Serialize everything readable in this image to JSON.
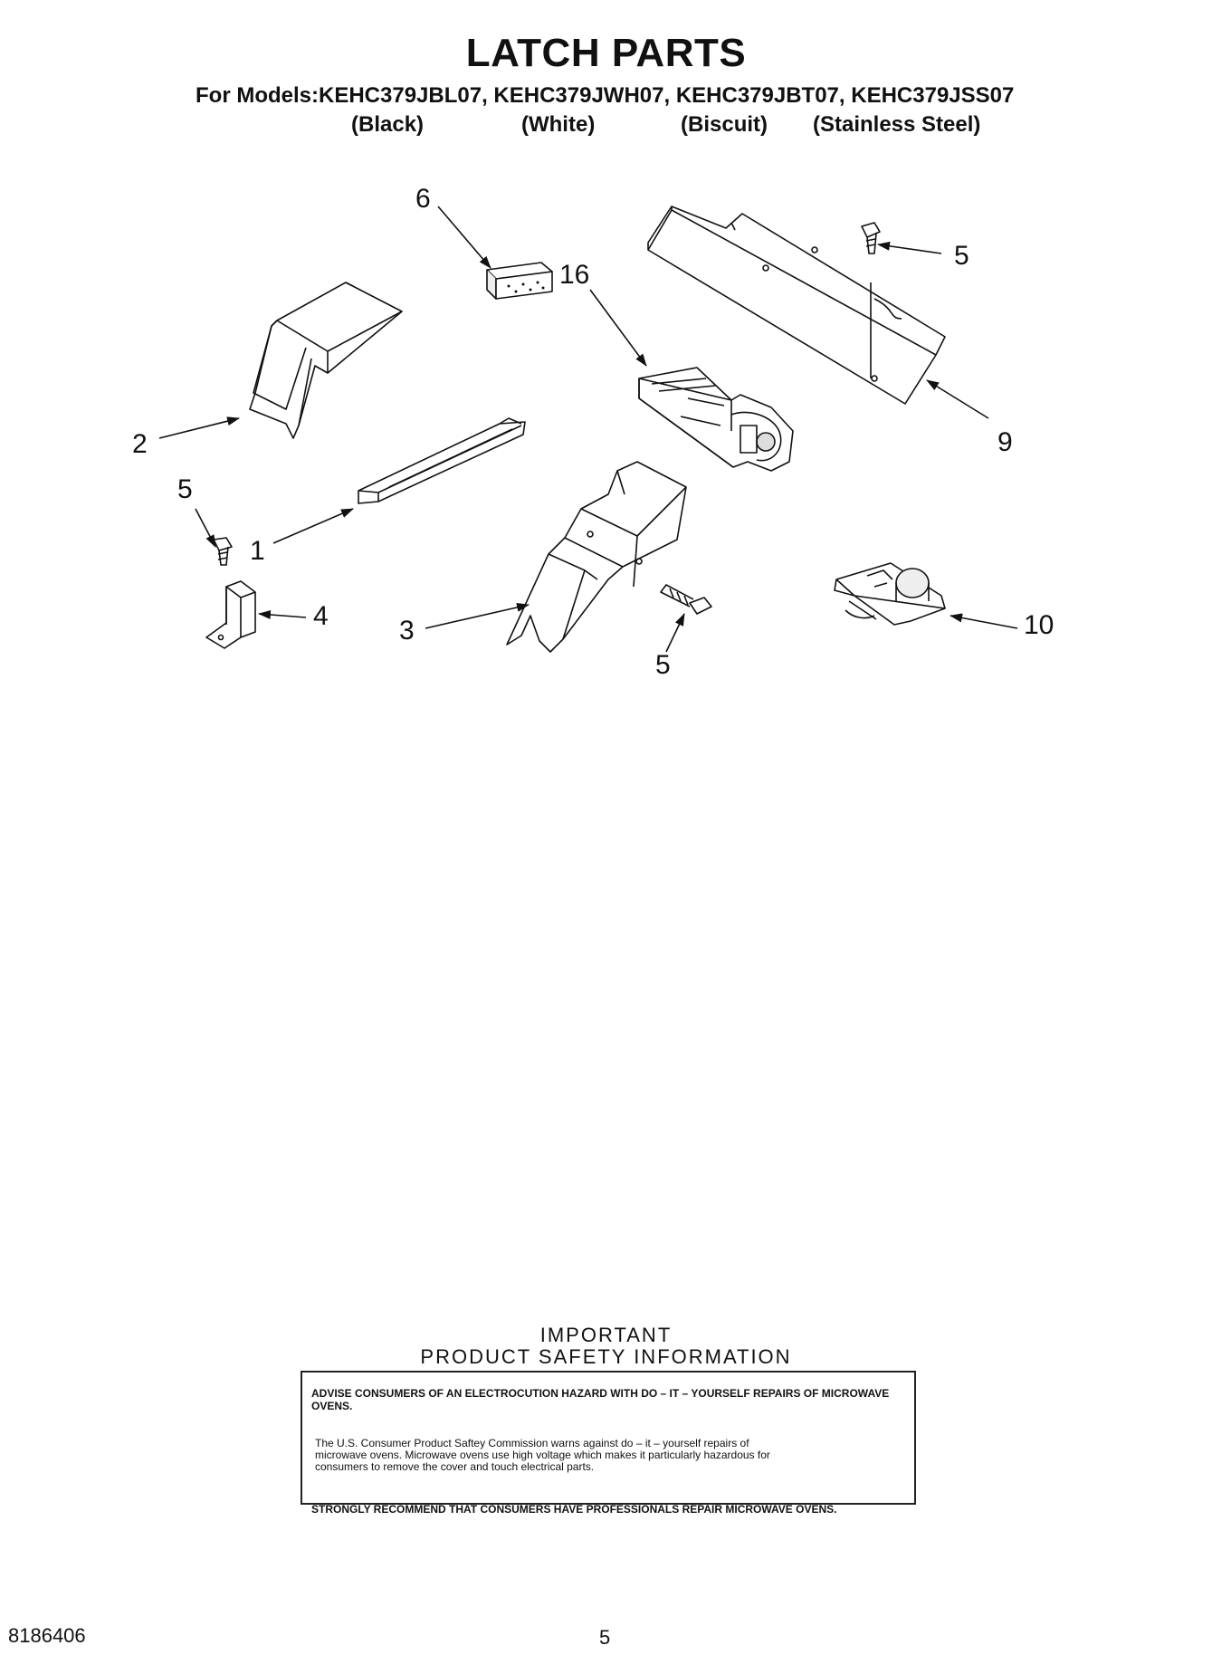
{
  "title": "LATCH PARTS",
  "models_line": "For Models:KEHC379JBL07, KEHC379JWH07, KEHC379JBT07, KEHC379JSS07",
  "colors": [
    "(Black)",
    "(White)",
    "(Biscuit)",
    "(Stainless Steel)"
  ],
  "callouts": {
    "c6": "6",
    "c16": "16",
    "c5_top": "5",
    "c9": "9",
    "c2": "2",
    "c5_left": "5",
    "c1": "1",
    "c4": "4",
    "c3": "3",
    "c5_bottom": "5",
    "c10": "10"
  },
  "safety": {
    "heading_line1": "IMPORTANT",
    "heading_line2": "PRODUCT   SAFETY   INFORMATION",
    "advise": "ADVISE CONSUMERS OF AN ELECTROCUTION HAZARD WITH DO – IT – YOURSELF REPAIRS OF MICROWAVE OVENS.",
    "warning_line1": "The U.S. Consumer Product Saftey Commission warns against do – it – yourself repairs of",
    "warning_line2": "microwave ovens. Microwave ovens use high voltage which makes it particularly hazardous for",
    "warning_line3": "consumers to remove the cover and touch electrical parts.",
    "recommend": "STRONGLY RECOMMEND THAT CONSUMERS HAVE PROFESSIONALS REPAIR MICROWAVE OVENS."
  },
  "footer": {
    "part_number": "8186406",
    "page": "5"
  }
}
